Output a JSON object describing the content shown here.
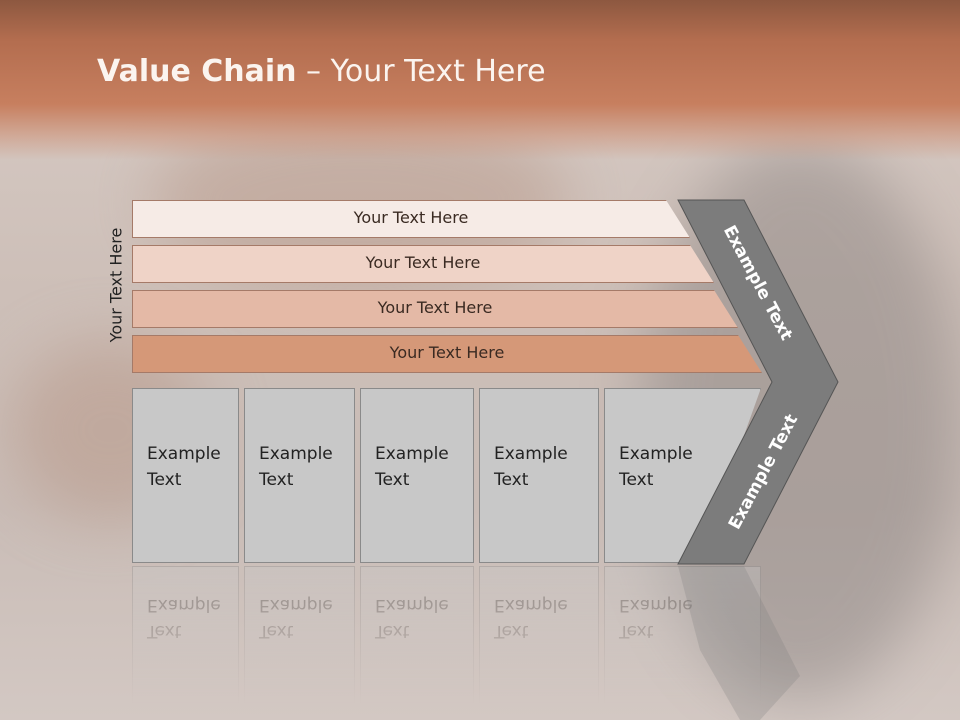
{
  "title": {
    "bold": "Value Chain",
    "rest": " – Your Text Here"
  },
  "side_label": "Your Text Here",
  "rows": [
    {
      "label": "Your Text Here",
      "color": "#f6ebe6"
    },
    {
      "label": "Your Text Here",
      "color": "#efd3c7"
    },
    {
      "label": "Your Text Here",
      "color": "#e4b9a6"
    },
    {
      "label": "Your Text Here",
      "color": "#d59878"
    }
  ],
  "boxes": [
    {
      "line1": "Example",
      "line2": "Text"
    },
    {
      "line1": "Example",
      "line2": "Text"
    },
    {
      "line1": "Example",
      "line2": "Text"
    },
    {
      "line1": "Example",
      "line2": "Text"
    },
    {
      "line1": "Example",
      "line2": "Text"
    }
  ],
  "chevron": {
    "upper": "Example Text",
    "lower": "Example Text",
    "color": "#7c7c7c"
  }
}
